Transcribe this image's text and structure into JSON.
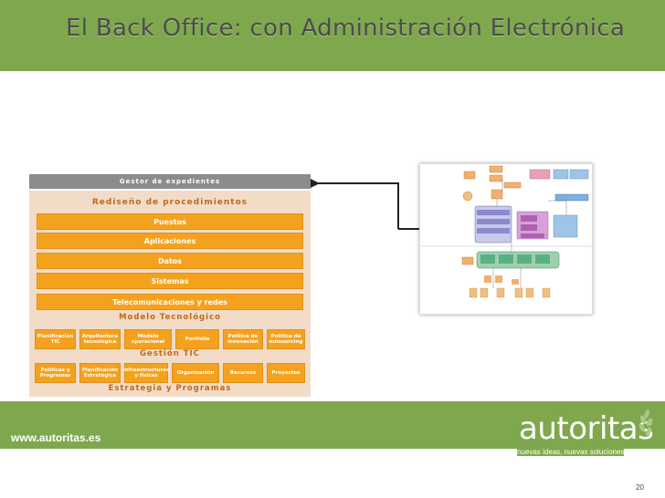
{
  "slide": {
    "title": "El Back Office: con Administración Electrónica",
    "page_number": "20"
  },
  "diagram": {
    "gestor": "Gestor de expedientes",
    "rediseno": "Rediseño de procedimientos",
    "bars": [
      "Puestos",
      "Aplicaciones",
      "Datos",
      "Sistemas",
      "Telecomunicaciones y redes"
    ],
    "modelo": "Modelo Tecnológico",
    "gestion_cells": [
      "Planificación TIC",
      "Arquitectura tecnológica",
      "Modelo operacional",
      "Portfolio",
      "Política de innovación",
      "Política de outsourcing"
    ],
    "gestion": "Gestión TIC",
    "estrategia_cells": [
      "Políticas y Programas",
      "Planificación Estratégica",
      "Infraestructuras y físicas",
      "Organización",
      "Recursos",
      "Proyectos"
    ],
    "estrategia": "Estrategia y Programas"
  },
  "footer": {
    "url": "www.autoritas.es",
    "brand": "autoritas",
    "tagline": "nuevas ideas, nuevas soluciones"
  },
  "colors": {
    "green": "#7fa84e",
    "orange": "#f4a21e",
    "peach": "#f2dcc8"
  }
}
